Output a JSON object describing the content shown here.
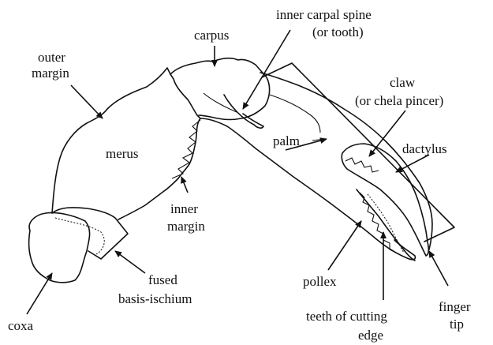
{
  "labels": {
    "inner_carpal_spine_1": "inner carpal spine",
    "inner_carpal_spine_2": "(or tooth)",
    "carpus": "carpus",
    "outer_margin_1": "outer",
    "outer_margin_2": "margin",
    "claw_1": "claw",
    "claw_2": "(or chela  pincer)",
    "merus": "merus",
    "palm": "palm",
    "dactylus": "dactylus",
    "inner_margin_1": "inner",
    "inner_margin_2": "margin",
    "fused_1": "fused",
    "fused_2": "basis-ischium",
    "pollex": "pollex",
    "coxa": "coxa",
    "teeth_1": "teeth of cutting",
    "teeth_2": "edge",
    "finger_tip_1": "finger",
    "finger_tip_2": "tip"
  }
}
